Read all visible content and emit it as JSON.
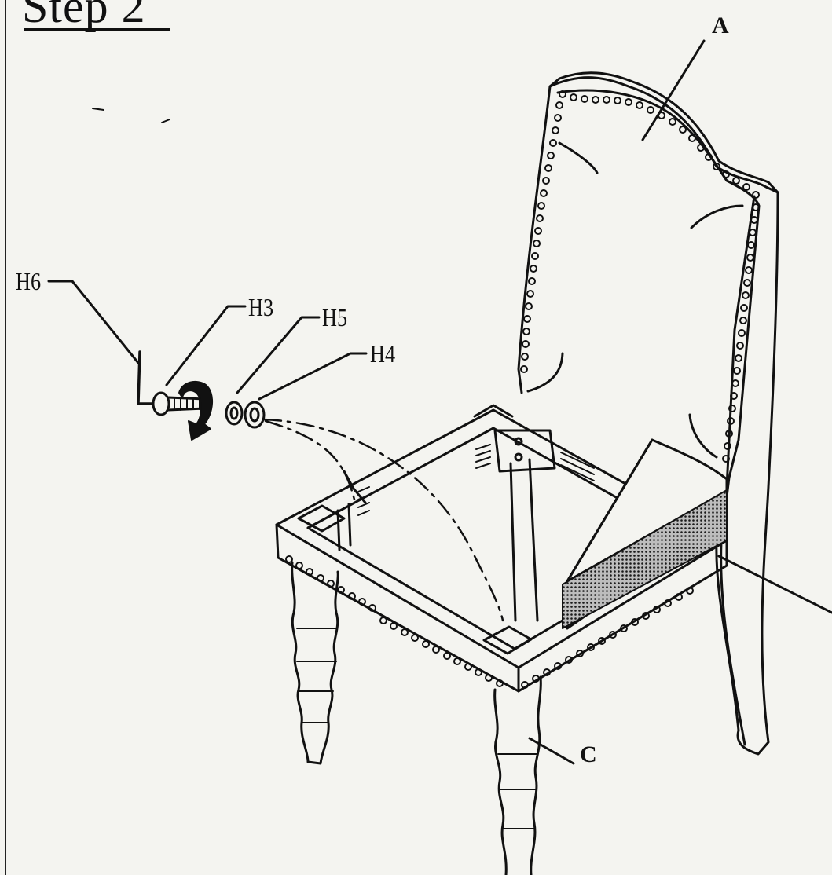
{
  "step_title": "Step 2",
  "parts": {
    "a": "A",
    "c": "C"
  },
  "hardware": {
    "h6": "H6",
    "h3": "H3",
    "h5": "H5",
    "h4": "H4"
  },
  "icons": {
    "rotation_arrow": "clockwise-tighten-arrow-icon"
  }
}
